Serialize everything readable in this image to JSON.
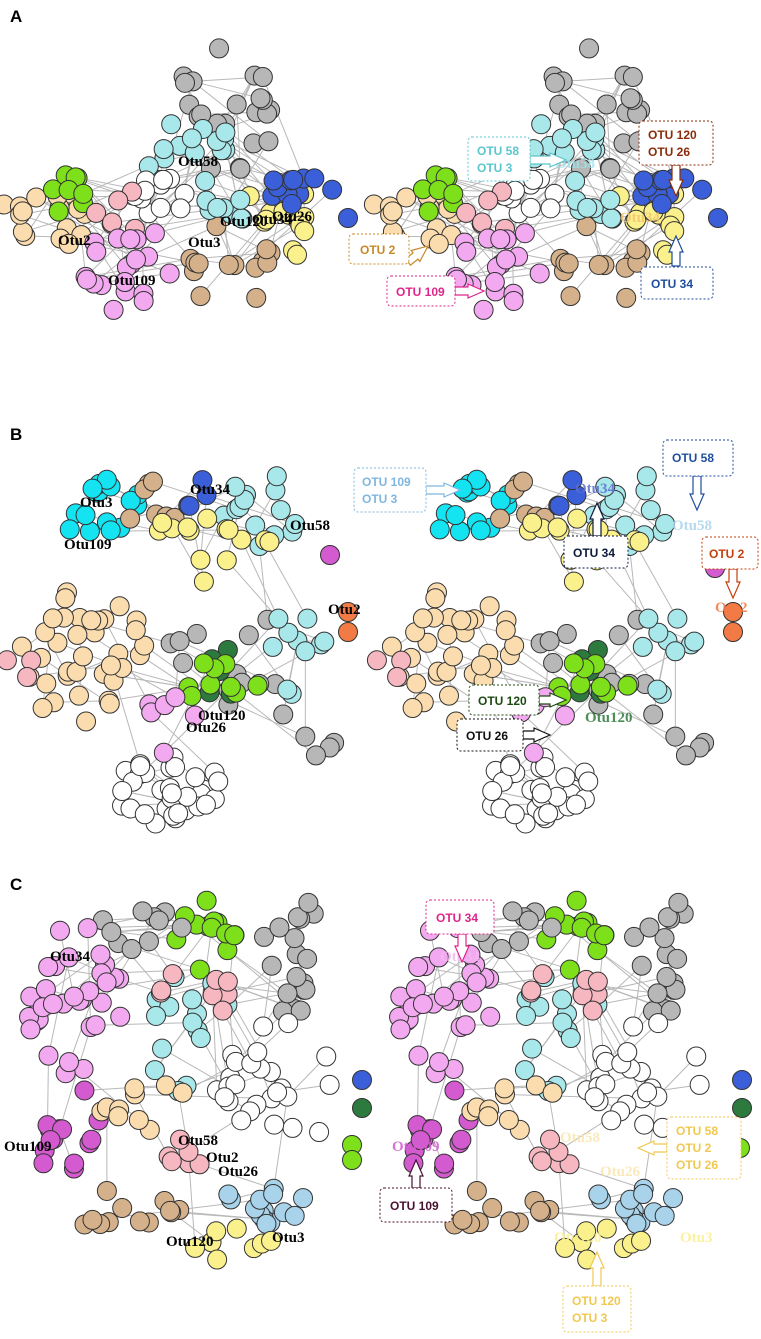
{
  "figure": {
    "panels": [
      {
        "letter": "A",
        "labels": [
          "Otu58",
          "Otu2",
          "Otu109",
          "Otu3",
          "Otu120",
          "Otu26",
          "Otu34"
        ],
        "callouts": [
          {
            "text": [
              "OTU 58",
              "OTU 3"
            ],
            "color": "#5bc6cc"
          },
          {
            "text": [
              "OTU 120",
              "OTU 26"
            ],
            "color": "#8b2c0a"
          },
          {
            "text": [
              "OTU 2"
            ],
            "color": "#c8892a"
          },
          {
            "text": [
              "OTU 109"
            ],
            "color": "#e0258a"
          },
          {
            "text": [
              "OTU 34"
            ],
            "color": "#1f4e9c"
          }
        ]
      },
      {
        "letter": "B",
        "labels": [
          "Otu3",
          "Otu34",
          "Otu109",
          "Otu58",
          "Otu2",
          "Otu120",
          "Otu26"
        ],
        "callouts": [
          {
            "text": [
              "OTU 109",
              "OTU 3"
            ],
            "color": "#7fb7e0"
          },
          {
            "text": [
              "OTU 58"
            ],
            "color": "#1f4e9c"
          },
          {
            "text": [
              "OTU 34"
            ],
            "color": "#0d1b3a"
          },
          {
            "text": [
              "OTU 2"
            ],
            "color": "#c2410c"
          },
          {
            "text": [
              "OTU 120"
            ],
            "color": "#1e4a12"
          },
          {
            "text": [
              "OTU 26"
            ],
            "color": "#111111"
          }
        ]
      },
      {
        "letter": "C",
        "labels": [
          "Otu34",
          "Otu109",
          "Otu58",
          "Otu2",
          "Otu26",
          "Otu120",
          "Otu3"
        ],
        "callouts": [
          {
            "text": [
              "OTU 34"
            ],
            "color": "#e0258a"
          },
          {
            "text": [
              "OTU 58",
              "OTU 2",
              "OTU 26"
            ],
            "color": "#f0c850"
          },
          {
            "text": [
              "OTU 109"
            ],
            "color": "#4a1030"
          },
          {
            "text": [
              "OTU 120",
              "OTU 3"
            ],
            "color": "#f0c850"
          }
        ]
      }
    ],
    "colors": {
      "peach": "#fbdcae",
      "lime": "#7ee01a",
      "pink_light": "#f7b7c1",
      "white": "#ffffff",
      "violet": "#f2a9f0",
      "cyan_light": "#a9e8ea",
      "blue": "#3b5fd9",
      "yellow": "#faf08c",
      "tan": "#d4b18a",
      "gray": "#b7b7b7",
      "cyan": "#14e3f2",
      "magenta": "#d45ad0",
      "orange": "#f27a44",
      "dkgreen": "#2d7a3e",
      "lightblue": "#a9d3ea"
    }
  }
}
